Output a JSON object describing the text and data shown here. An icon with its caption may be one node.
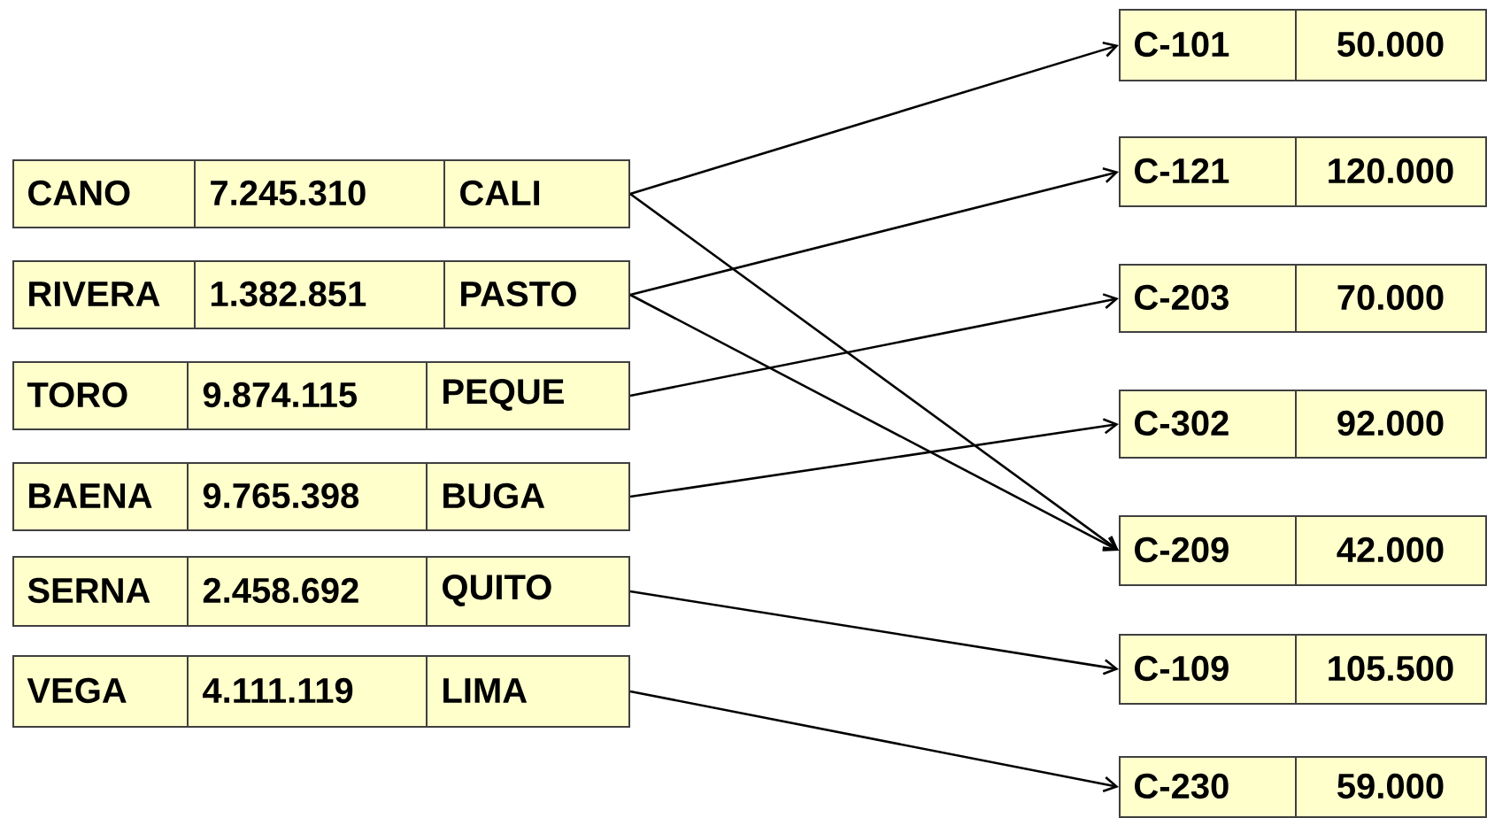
{
  "diagram": {
    "nodes": [
      {
        "text": [
          "CANO",
          "7.245.310",
          "CALI"
        ]
      },
      {
        "text": [
          "RIVERA",
          "1.382.851",
          "PASTO"
        ]
      },
      {
        "text": [
          "TORO",
          "9.874.115",
          "PEQUE"
        ]
      },
      {
        "text": [
          "BAENA",
          "9.765.398",
          "BUGA"
        ]
      },
      {
        "text": [
          "SERNA",
          "2.458.692",
          "QUITO"
        ]
      },
      {
        "text": [
          "VEGA",
          "4.111.119",
          "LIMA"
        ]
      },
      {
        "text": [
          "C-101",
          "50.000"
        ]
      },
      {
        "text": [
          "C-121",
          "120.000"
        ]
      },
      {
        "text": [
          "C-203",
          "70.000"
        ]
      },
      {
        "text": [
          "C-302",
          "92.000"
        ]
      },
      {
        "text": [
          "C-209",
          "42.000"
        ]
      },
      {
        "text": [
          "C-109",
          "105.500"
        ]
      },
      {
        "text": [
          "C-230",
          "59.000"
        ]
      }
    ],
    "edges": [
      {
        "from": 0,
        "to": 6,
        "arrow": "to"
      },
      {
        "from": 0,
        "to": 10,
        "arrow": "to"
      },
      {
        "from": 1,
        "to": 7,
        "arrow": "to"
      },
      {
        "from": 1,
        "to": 10,
        "arrow": "to"
      },
      {
        "from": 2,
        "to": 8,
        "arrow": "to"
      },
      {
        "from": 3,
        "to": 9,
        "arrow": "to"
      },
      {
        "from": 4,
        "to": 11,
        "arrow": "to"
      },
      {
        "from": 5,
        "to": 12,
        "arrow": "to"
      }
    ]
  }
}
